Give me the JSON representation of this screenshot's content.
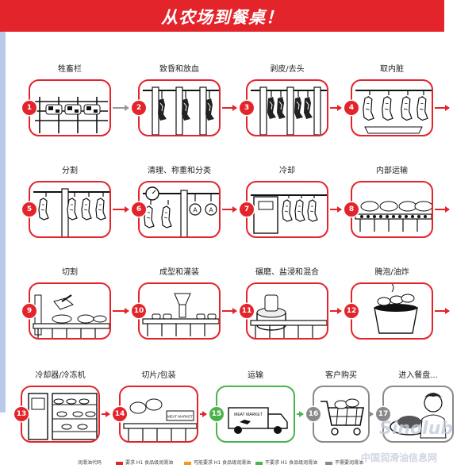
{
  "title": "从农场到餐桌！",
  "colors": {
    "red": "#e3242b",
    "orange": "#f39a1e",
    "green": "#4bb34b",
    "gray": "#8a8a8a",
    "banner": "#e3242b"
  },
  "steps": [
    {
      "n": "1",
      "label": "牲畜栏",
      "kind": "red"
    },
    {
      "n": "2",
      "label": "致昏和放血",
      "kind": "red"
    },
    {
      "n": "3",
      "label": "剥皮/去头",
      "kind": "red"
    },
    {
      "n": "4",
      "label": "取内脏",
      "kind": "red"
    },
    {
      "n": "5",
      "label": "分割",
      "kind": "red"
    },
    {
      "n": "6",
      "label": "清理、称重和分类",
      "kind": "red"
    },
    {
      "n": "7",
      "label": "冷却",
      "kind": "red"
    },
    {
      "n": "8",
      "label": "内部运输",
      "kind": "red"
    },
    {
      "n": "9",
      "label": "切割",
      "kind": "red"
    },
    {
      "n": "10",
      "label": "成型和灌装",
      "kind": "red"
    },
    {
      "n": "11",
      "label": "碾磨、盐浸和混合",
      "kind": "red"
    },
    {
      "n": "12",
      "label": "腌泡/油炸",
      "kind": "red"
    },
    {
      "n": "13",
      "label": "冷却器/冷冻机",
      "kind": "red"
    },
    {
      "n": "14",
      "label": "切片/包装",
      "kind": "red"
    },
    {
      "n": "15",
      "label": "运输",
      "kind": "green"
    },
    {
      "n": "16",
      "label": "客户购买",
      "kind": "gray"
    },
    {
      "n": "17",
      "label": "进入餐盘...",
      "kind": "gray"
    }
  ],
  "scale_marks": [
    "A",
    "A"
  ],
  "truck_text": "MEAT MARKET",
  "package_text": "MEAT MARKET",
  "legend": {
    "title": "润滑油代码",
    "items": [
      {
        "label": "要求 H1 食品级润滑油",
        "color": "#e3242b"
      },
      {
        "label": "可能要求 H1 食品级润滑油",
        "color": "#f39a1e"
      },
      {
        "label": "不要求 H1 食品级润滑油",
        "color": "#4bb34b"
      },
      {
        "label": "不需要润滑油",
        "color": "#8a8a8a"
      }
    ]
  },
  "watermark": {
    "logo": "Sinolub",
    "url": "中国润滑油信息网"
  }
}
